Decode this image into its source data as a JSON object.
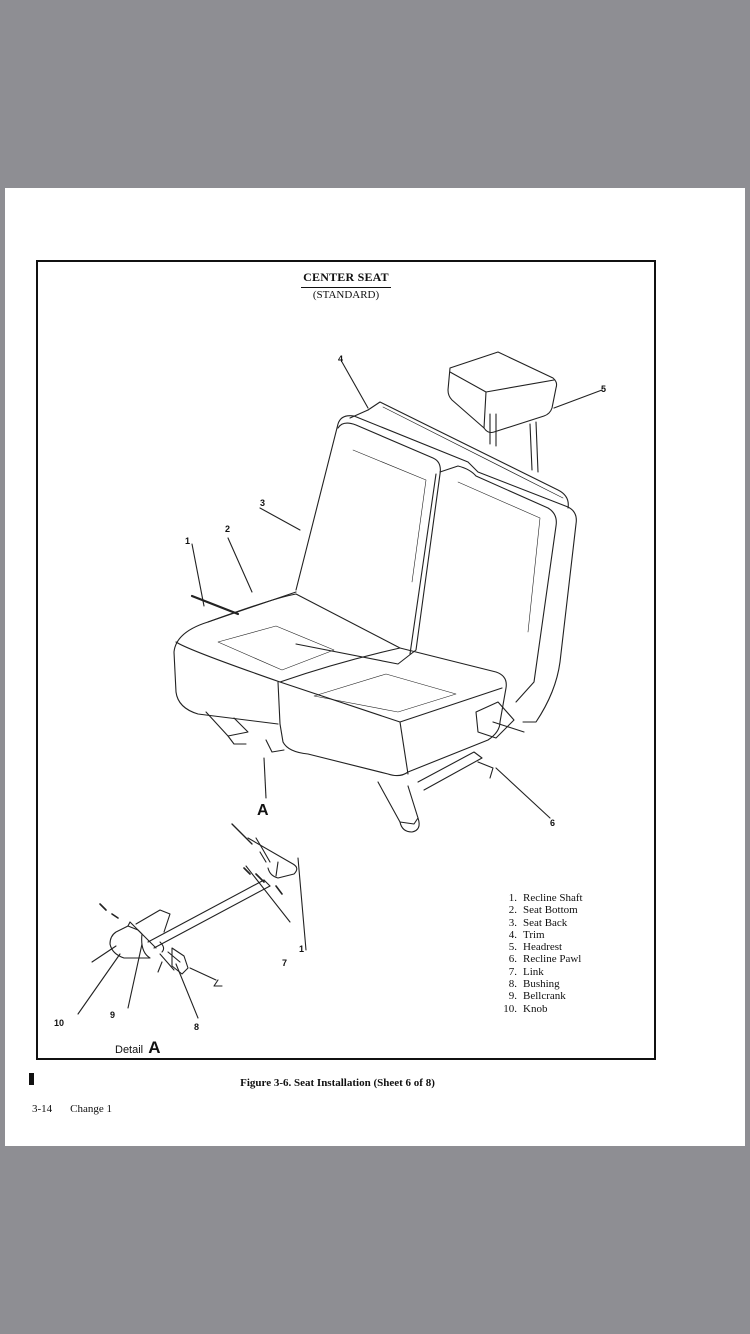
{
  "figure": {
    "title": "CENTER SEAT",
    "subtitle": "(STANDARD)",
    "callouts": [
      "1",
      "2",
      "3",
      "4",
      "5",
      "6",
      "7",
      "8",
      "9",
      "10",
      "1",
      "A"
    ],
    "legend": [
      {
        "num": "1.",
        "label": "Recline Shaft"
      },
      {
        "num": "2.",
        "label": "Seat Bottom"
      },
      {
        "num": "3.",
        "label": "Seat Back"
      },
      {
        "num": "4.",
        "label": "Trim"
      },
      {
        "num": "5.",
        "label": "Headrest"
      },
      {
        "num": "6.",
        "label": "Recline Pawl"
      },
      {
        "num": "7.",
        "label": "Link"
      },
      {
        "num": "8.",
        "label": "Bushing"
      },
      {
        "num": "9.",
        "label": "Bellcrank"
      },
      {
        "num": "10.",
        "label": "Knob"
      }
    ],
    "detail_label": "Detail",
    "detail_letter": "A"
  },
  "caption": "Figure 3-6.  Seat Installation (Sheet 6 of 8)",
  "footer": {
    "page": "3-14",
    "change": "Change 1"
  }
}
